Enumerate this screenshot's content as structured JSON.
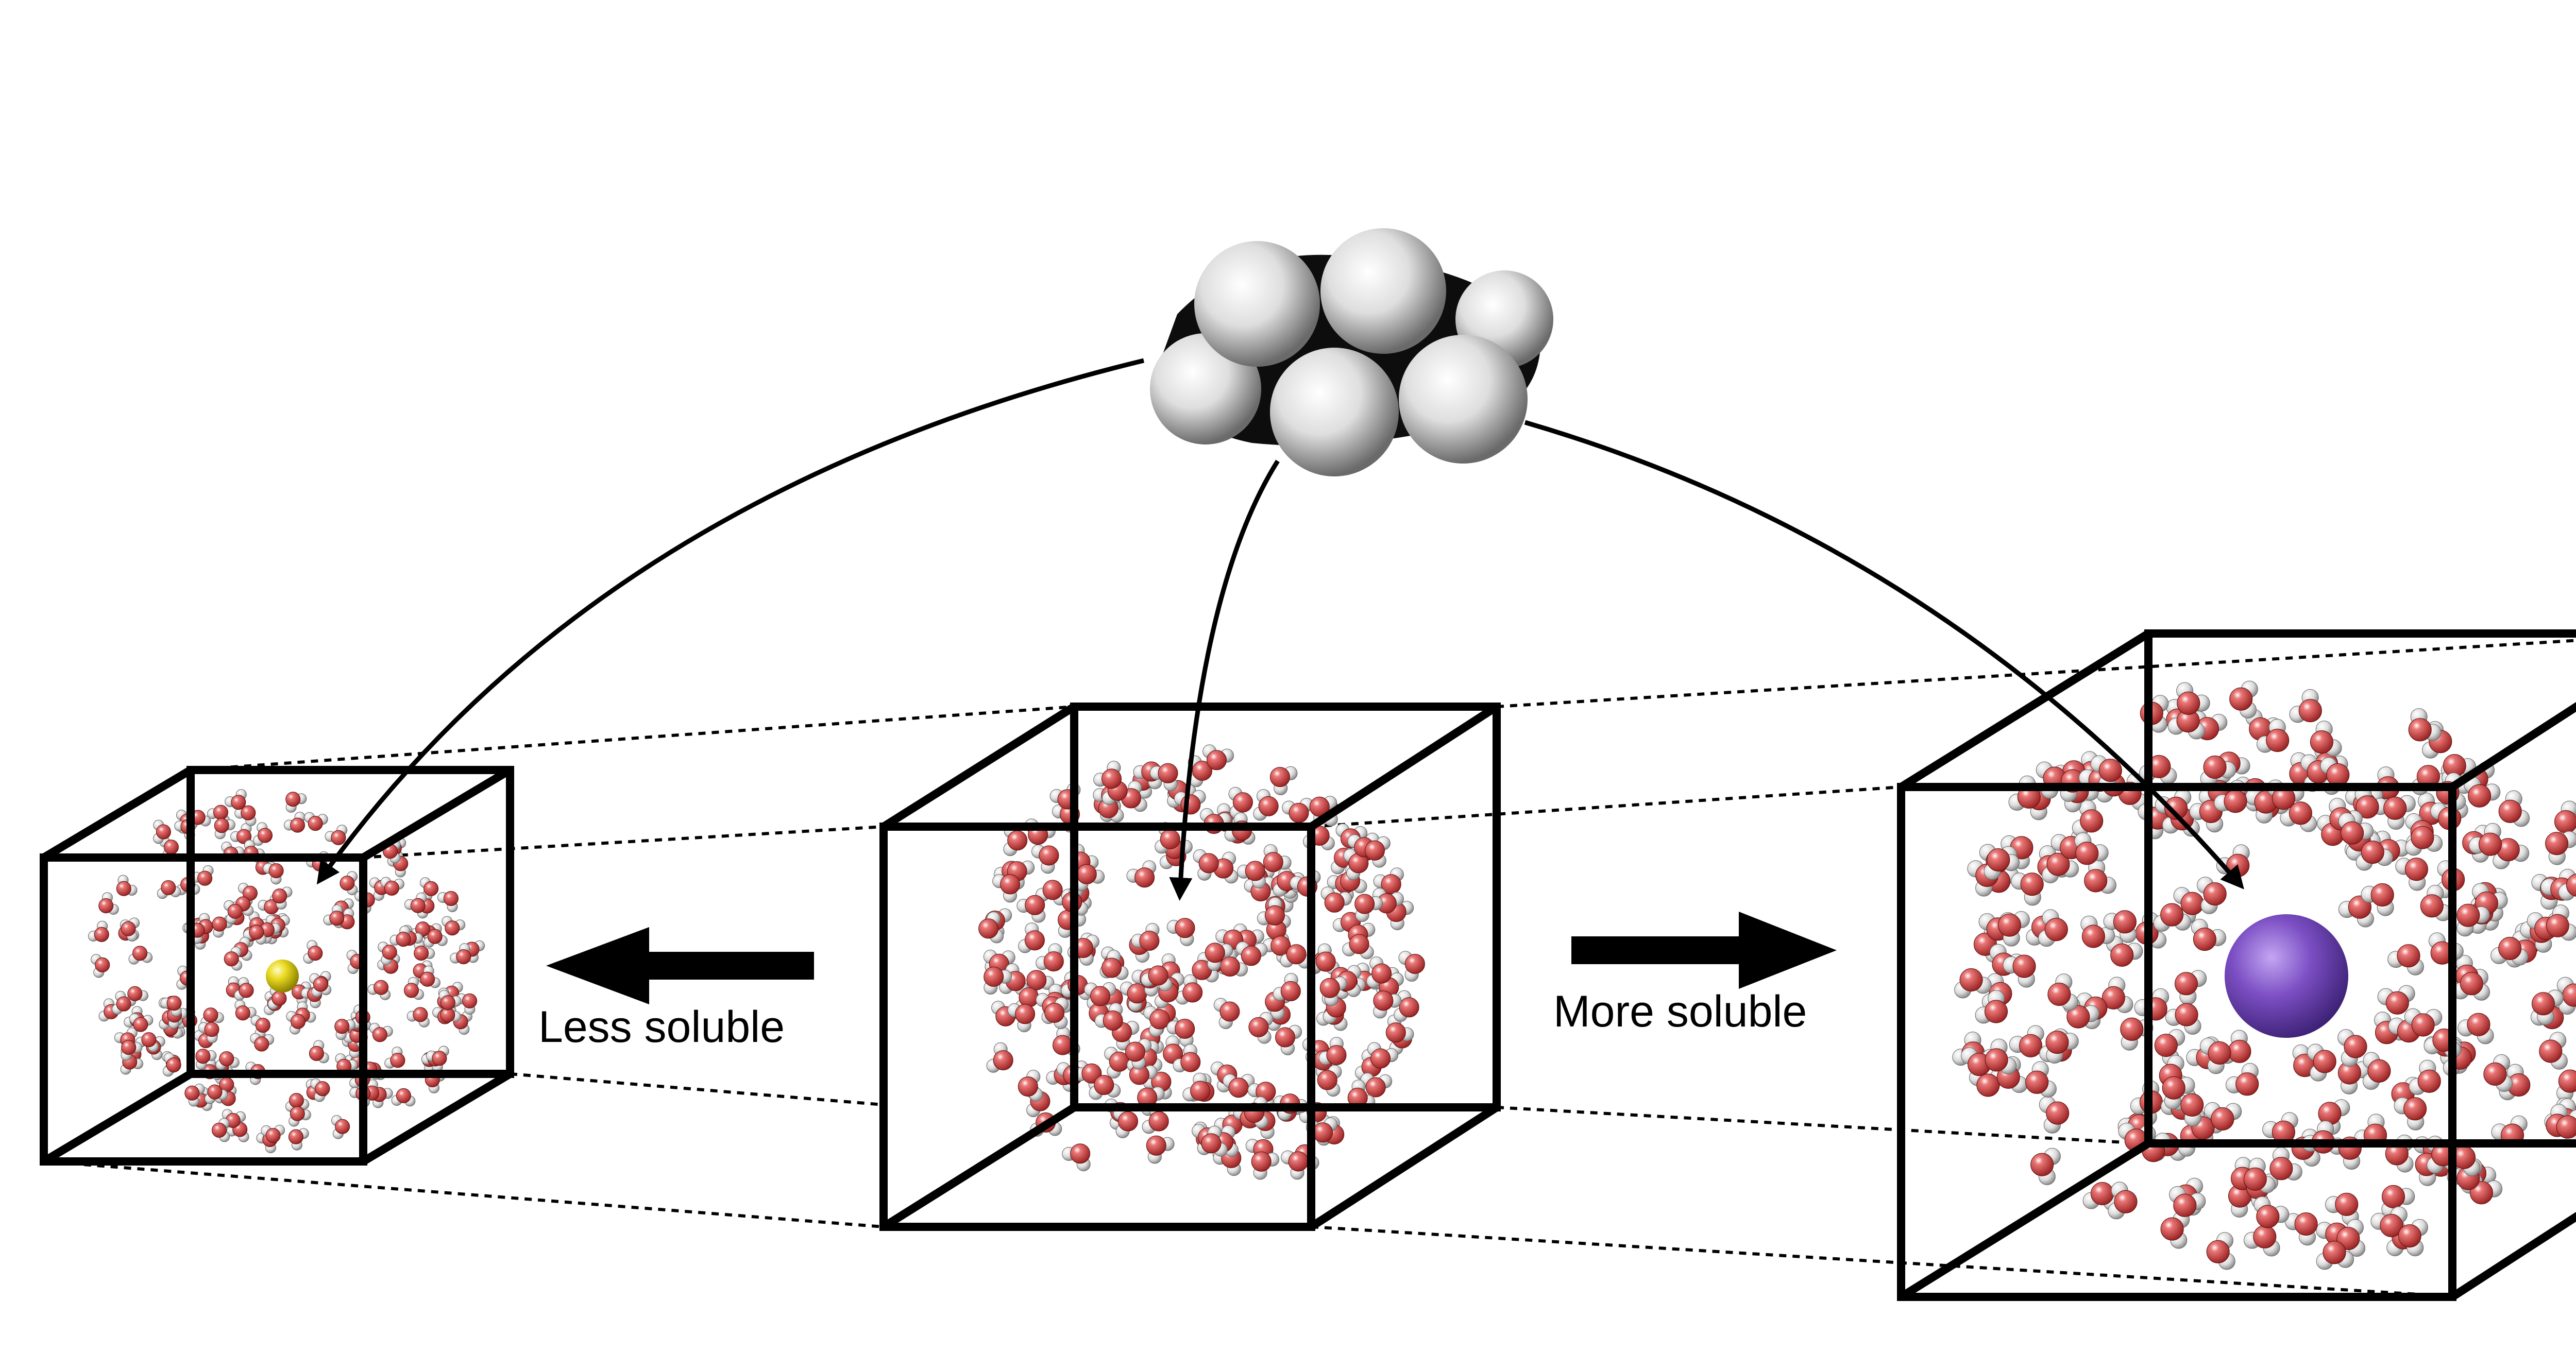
{
  "labels": {
    "less_soluble": "Less soluble",
    "more_soluble": "More soluble"
  },
  "colors": {
    "background": "#ffffff",
    "box_line": "#000000",
    "oxygen": "#d24a4a",
    "hydrogen": "#f2f2f2",
    "small_ion": "#e8d820",
    "large_ion": "#7c4fc4",
    "solute_carbon": "#101010",
    "solute_hydrogen": "#e6e6e6"
  },
  "icons": {
    "left_arrow": "arrow-left",
    "right_arrow": "arrow-right"
  }
}
